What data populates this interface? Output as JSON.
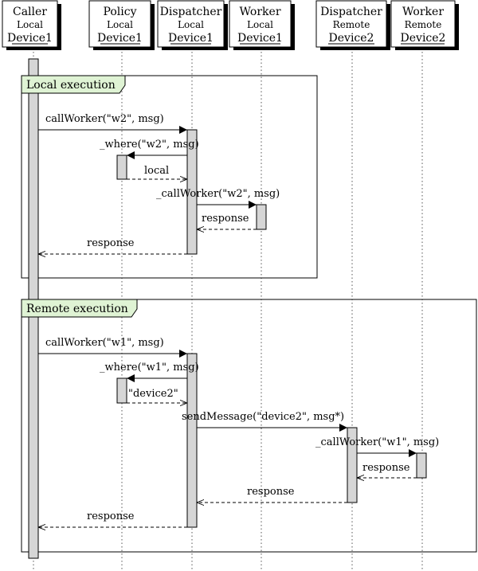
{
  "participants": [
    {
      "line1": "Caller",
      "line2": "Local",
      "line3": "Device1"
    },
    {
      "line1": "Policy",
      "line2": "Local",
      "line3": "Device1"
    },
    {
      "line1": "Dispatcher",
      "line2": "Local",
      "line3": "Device1"
    },
    {
      "line1": "Worker",
      "line2": "Local",
      "line3": "Device1"
    },
    {
      "line1": "Dispatcher",
      "line2": "Remote",
      "line3": "Device2"
    },
    {
      "line1": "Worker",
      "line2": "Remote",
      "line3": "Device2"
    }
  ],
  "frames": [
    {
      "label": "Local execution"
    },
    {
      "label": "Remote execution"
    }
  ],
  "messages": [
    {
      "text": "callWorker(\"w2\", msg)"
    },
    {
      "text": "_where(\"w2\", msg)"
    },
    {
      "text": "local"
    },
    {
      "text": "_callWorker(\"w2\", msg)"
    },
    {
      "text": "response"
    },
    {
      "text": "response"
    },
    {
      "text": "callWorker(\"w1\", msg)"
    },
    {
      "text": "_where(\"w1\", msg)"
    },
    {
      "text": "\"device2\""
    },
    {
      "text": "sendMessage(\"device2\", msg*)"
    },
    {
      "text": "_callWorker(\"w1\", msg)"
    },
    {
      "text": "response"
    },
    {
      "text": "response"
    },
    {
      "text": "response"
    }
  ]
}
